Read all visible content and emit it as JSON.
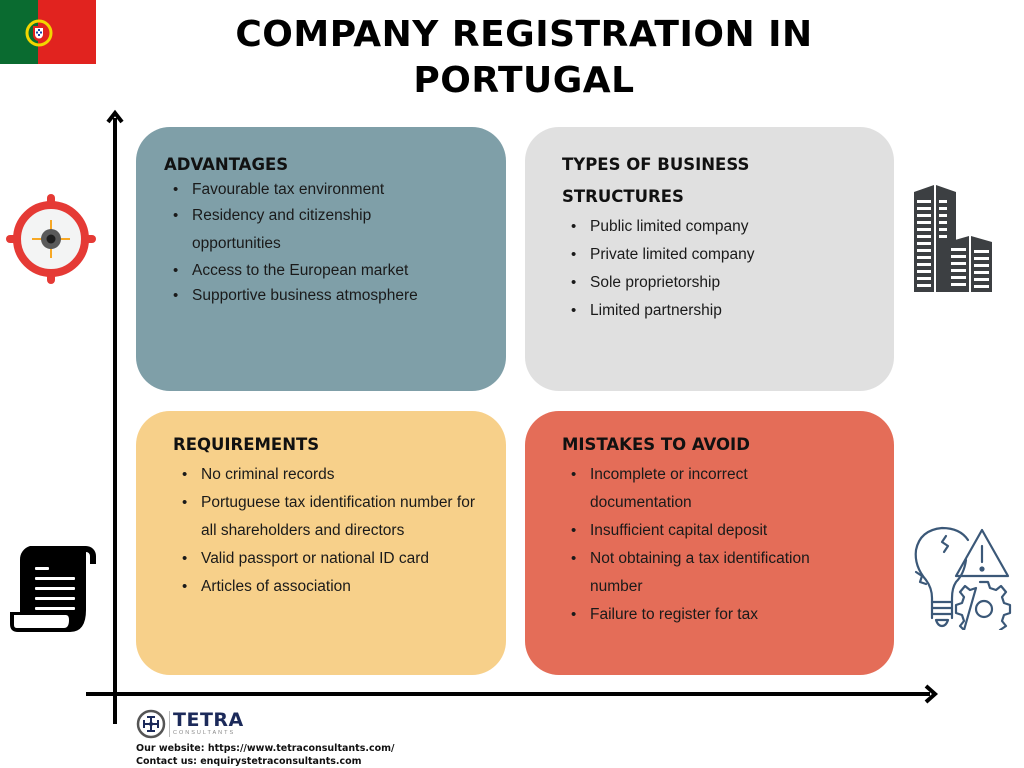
{
  "header": {
    "title_line1": "COMPANY REGISTRATION IN",
    "title_line2": "PORTUGAL",
    "flag_icon": "portugal-flag-icon"
  },
  "colors": {
    "advantages_bg": "#7f9fa8",
    "types_bg": "#e0e0e0",
    "requirements_bg": "#f7d08a",
    "mistakes_bg": "#e46d58",
    "flag_green": "#0a6b30",
    "flag_red": "#e1231f",
    "logo_navy": "#1c2a5a"
  },
  "quadrants": {
    "advantages": {
      "heading": "ADVANTAGES",
      "icon": "target-icon",
      "items": [
        "Favourable tax environment",
        "Residency and citizenship opportunities",
        "Access to the European market",
        "Supportive business atmosphere"
      ]
    },
    "types": {
      "heading": "TYPES OF BUSINESS STRUCTURES",
      "icon": "buildings-icon",
      "items": [
        "Public limited company",
        "Private limited company",
        "Sole proprietorship",
        "Limited partnership"
      ]
    },
    "requirements": {
      "heading": "REQUIREMENTS",
      "icon": "scroll-document-icon",
      "items": [
        "No criminal records",
        "Portuguese tax identification number for all shareholders and directors",
        "Valid passport or national ID card",
        "Articles of association"
      ]
    },
    "mistakes": {
      "heading": "MISTAKES TO AVOID",
      "icon": "broken-bulb-warning-gear-icon",
      "items": [
        "Incomplete or incorrect documentation",
        "Insufficient capital deposit",
        "Not obtaining a tax identification number",
        "Failure to register for tax"
      ]
    }
  },
  "footer": {
    "logo_name": "TETRA",
    "logo_sub": "CONSULTANTS",
    "website_line": "Our website: https://www.tetraconsultants.com/",
    "contact_line": "Contact us: enquirystetraconsultants.com"
  }
}
